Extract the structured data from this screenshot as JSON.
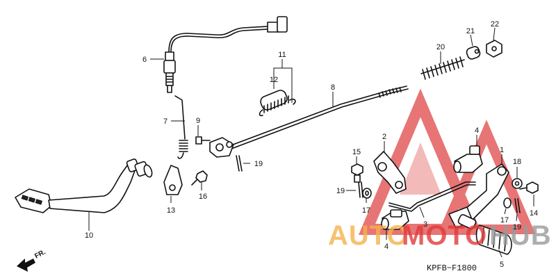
{
  "callouts": [
    "1",
    "2",
    "3",
    "4",
    "4",
    "5",
    "6",
    "7",
    "8",
    "9",
    "10",
    "11",
    "12",
    "13",
    "14",
    "15",
    "16",
    "17",
    "17",
    "18",
    "19",
    "19",
    "19",
    "20",
    "21",
    "22"
  ],
  "drawing_code": "KPFB−F1800",
  "front_arrow_label": "FR.",
  "watermark": {
    "word_a": "AUTO",
    "word_b": "MOTO",
    "word_c": "HUB",
    "color_a": "#f6b24a",
    "color_b": "#e03a3a",
    "color_c": "#9a9a9a",
    "logo_color": "#e04848"
  }
}
